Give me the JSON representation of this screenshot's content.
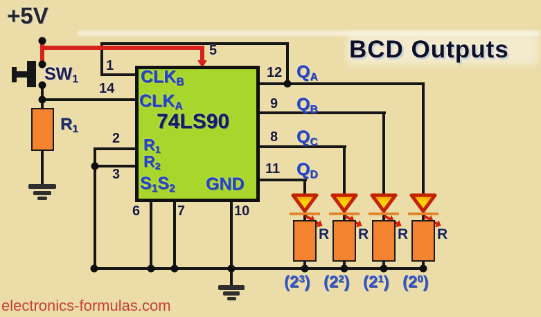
{
  "colors": {
    "background": "#ebdca8",
    "ic_fill": "#a8d62c",
    "wire_black": "#161616",
    "wire_red": "#d8231d",
    "resistor_orange": "#f4832f",
    "led_yellow": "#ffd400",
    "led_border_red": "#c22200",
    "label_blue": "#2343c8",
    "title_dark": "#0e0e26",
    "watermark_red": "#c84038"
  },
  "header": {
    "title": "BCD Outputs"
  },
  "power": {
    "label": "+5V"
  },
  "switch": {
    "base": "SW",
    "sub": "1"
  },
  "resistor_r1": {
    "base": "R",
    "sub": "1"
  },
  "ic": {
    "part_number": "74LS90",
    "pin_labels": {
      "clkb": {
        "base": "CLK",
        "sub": "B"
      },
      "clka": {
        "base": "CLK",
        "sub": "A"
      },
      "r1": {
        "base": "R",
        "sub": "1"
      },
      "r2": {
        "base": "R",
        "sub": "2"
      },
      "s1": {
        "base": "S",
        "sub": "1"
      },
      "s2": {
        "base": "S",
        "sub": "2"
      },
      "gnd": "GND"
    },
    "pin_numbers": {
      "p1": "1",
      "p2": "2",
      "p3": "3",
      "p5": "5",
      "p6": "6",
      "p7": "7",
      "p9": "9",
      "p10": "10",
      "p11": "11",
      "p12": "12",
      "p14": "14"
    }
  },
  "outputs": [
    {
      "pin": "12",
      "base": "Q",
      "sub": "A"
    },
    {
      "pin": "9",
      "base": "Q",
      "sub": "B"
    },
    {
      "pin": "8",
      "base": "Q",
      "sub": "C"
    },
    {
      "pin": "11",
      "base": "Q",
      "sub": "D"
    }
  ],
  "led_branches": [
    {
      "resistor_label": "R",
      "weight_open": "(2",
      "weight_exp": "3",
      "weight_close": ")"
    },
    {
      "resistor_label": "R",
      "weight_open": "(2",
      "weight_exp": "2",
      "weight_close": ")"
    },
    {
      "resistor_label": "R",
      "weight_open": "(2",
      "weight_exp": "1",
      "weight_close": ")"
    },
    {
      "resistor_label": "R",
      "weight_open": "(2",
      "weight_exp": "0",
      "weight_close": ")"
    }
  ],
  "watermark": {
    "text": "electronics-formulas.com"
  }
}
